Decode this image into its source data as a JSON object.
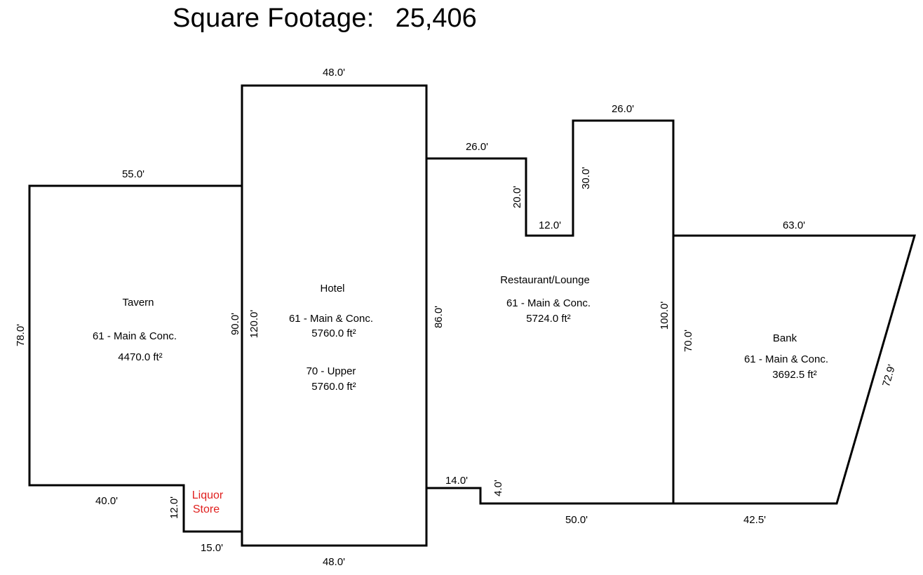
{
  "header": {
    "label": "Square Footage:",
    "value": "25,406"
  },
  "rooms": {
    "tavern": {
      "name": "Tavern",
      "code": "61 - Main & Conc.",
      "area": "4470.0 ft²"
    },
    "hotel": {
      "name": "Hotel",
      "main_code": "61 - Main & Conc.",
      "main_area": "5760.0 ft²",
      "upper_code": "70 - Upper",
      "upper_area": "5760.0 ft²"
    },
    "restaurant": {
      "name": "Restaurant/Lounge",
      "code": "61 - Main & Conc.",
      "area": "5724.0 ft²"
    },
    "bank": {
      "name": "Bank",
      "code": "61 - Main & Conc.",
      "area": "3692.5 ft²"
    },
    "liquor": {
      "line1": "Liquor",
      "line2": "Store"
    }
  },
  "dimensions": {
    "hotel_top": "48.0'",
    "hotel_bottom": "48.0'",
    "hotel_left": "120.0'",
    "tavern_top": "55.0'",
    "tavern_left": "78.0'",
    "tavern_right": "90.0'",
    "tavern_bottom": "40.0'",
    "liquor_side": "12.0'",
    "liquor_bottom": "15.0'",
    "rest_top_left": "26.0'",
    "rest_notch_left": "20.0'",
    "rest_notch_bottom": "12.0'",
    "rest_notch_right": "30.0'",
    "rest_top_right": "26.0'",
    "rest_left": "86.0'",
    "rest_right": "100.0'",
    "rest_step_top": "14.0'",
    "rest_step_side": "4.0'",
    "rest_bottom": "50.0'",
    "bank_top": "63.0'",
    "bank_left": "70.0'",
    "bank_slant": "72.9'",
    "bank_bottom": "42.5'"
  },
  "colors": {
    "walls": "#000000",
    "liquor_label": "#e0201e"
  }
}
